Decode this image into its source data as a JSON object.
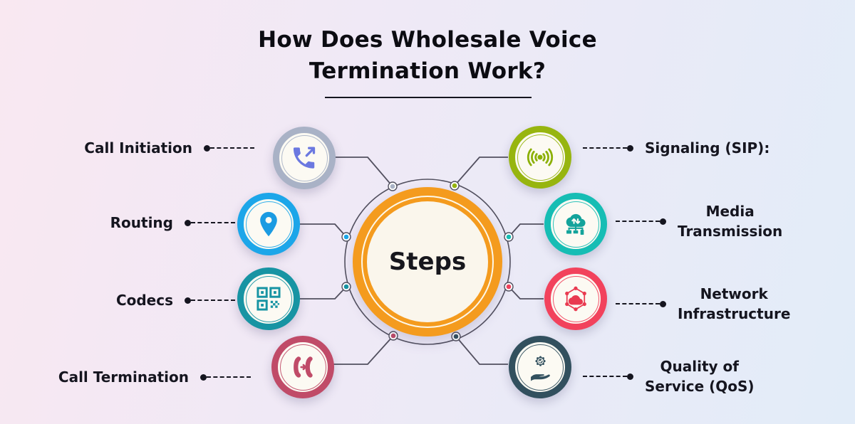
{
  "title": {
    "line1": "How Does Wholesale Voice",
    "line2": "Termination Work?"
  },
  "center": {
    "label": "Steps"
  },
  "colors": {
    "background_left": "#f9e8f1",
    "background_right": "#e2ecf8",
    "connector": "#52505f",
    "label_text": "#15151f",
    "center_ring": "#f49b1e",
    "center_fill": "#faf6ec"
  },
  "steps": [
    {
      "label": "Call Initiation",
      "lines": [
        "Call Initiation"
      ],
      "side": "left",
      "color": "#a9b2c6",
      "icon_color": "#6b78e0",
      "icon": "outgoing-call-icon"
    },
    {
      "label": "Routing",
      "lines": [
        "Routing"
      ],
      "side": "left",
      "color": "#1ca6e9",
      "icon_color": "#1b9be2",
      "icon": "location-pin-icon"
    },
    {
      "label": "Codecs",
      "lines": [
        "Codecs"
      ],
      "side": "left",
      "color": "#1794a3",
      "icon_color": "#1794a3",
      "icon": "qr-code-icon"
    },
    {
      "label": "Call Termination",
      "lines": [
        "Call Termination"
      ],
      "side": "left",
      "color": "#c04b68",
      "icon_color": "#c04b68",
      "icon": "call-transfer-icon"
    },
    {
      "label": "Signaling (SIP):",
      "lines": [
        "Signaling (SIP):"
      ],
      "side": "right",
      "color": "#97b50f",
      "icon_color": "#8cb007",
      "icon": "signal-waves-icon"
    },
    {
      "label": "Media Transmission",
      "lines": [
        "Media",
        "Transmission"
      ],
      "side": "right",
      "color": "#16bdb4",
      "icon_color": "#13a39b",
      "icon": "cloud-transfer-icon"
    },
    {
      "label": "Network Infrastructure",
      "lines": [
        "Network",
        "Infrastructure"
      ],
      "side": "right",
      "color": "#f2425c",
      "icon_color": "#e93a50",
      "icon": "cloud-network-icon"
    },
    {
      "label": "Quality of Service (QoS)",
      "lines": [
        "Quality of",
        "Service (QoS)"
      ],
      "side": "right",
      "color": "#32505e",
      "icon_color": "#32505e",
      "icon": "hand-badge-icon"
    }
  ]
}
